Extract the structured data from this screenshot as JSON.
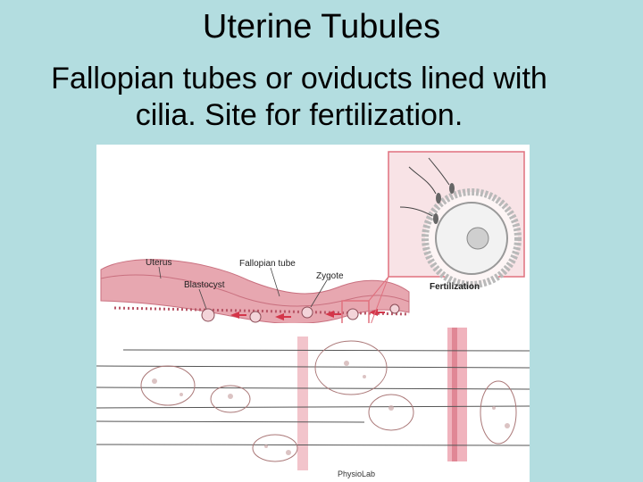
{
  "slide": {
    "title": "Uterine Tubules",
    "body": "Fallopian tubes or oviducts lined with cilia.  Site for fertilization."
  },
  "figure": {
    "labels": {
      "uterus": "Uterus",
      "fallopian_tube": "Fallopian tube",
      "blastocyst": "Blastocyst",
      "zygote": "Zygote",
      "fertilization": "Fertilization"
    },
    "credit": "PhysioLab"
  },
  "colors": {
    "background": "#b3dde0",
    "tissue_pink": "#e7a7b0",
    "tissue_dark": "#c9707f",
    "arrow_red": "#d4364a",
    "inset_border": "#e0707e"
  }
}
